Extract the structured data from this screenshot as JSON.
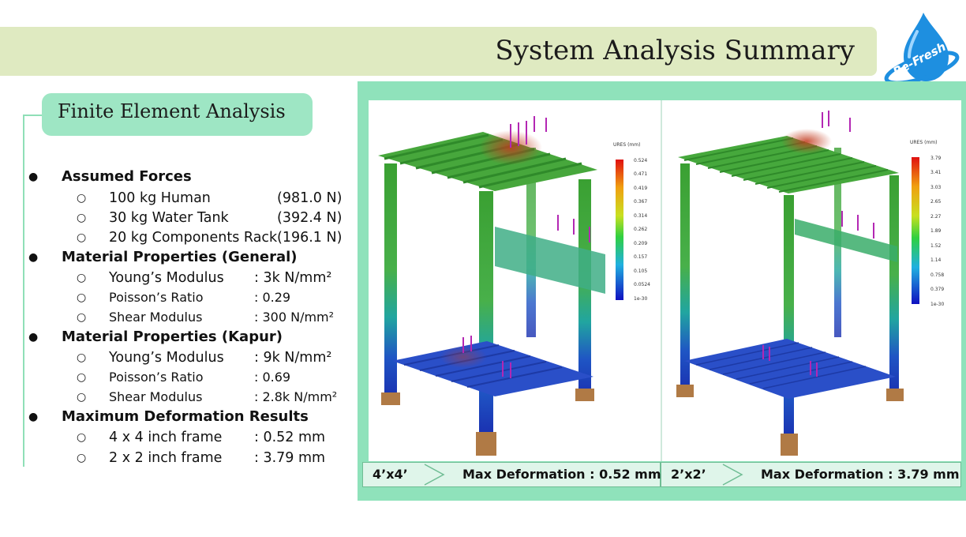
{
  "slide": {
    "title": "System Analysis Summary",
    "logo_text": "Re-Fresh"
  },
  "section": {
    "heading": "Finite Element Analysis",
    "groups": [
      {
        "heading": "Assumed Forces",
        "items": [
          {
            "label": "100 kg Human",
            "value": "(981.0 N)"
          },
          {
            "label": "30 kg Water Tank",
            "value": "(392.4 N)"
          },
          {
            "label": "20 kg Components Rack",
            "value": "(196.1 N)"
          }
        ]
      },
      {
        "heading": "Material Properties (General)",
        "items": [
          {
            "label": "Young’s Modulus",
            "value": ": 3k N/mm²"
          },
          {
            "label": "Poisson’s Ratio",
            "value": ": 0.29"
          },
          {
            "label": "Shear Modulus",
            "value": ": 300 N/mm²"
          }
        ]
      },
      {
        "heading": "Material Properties (Kapur)",
        "items": [
          {
            "label": "Young’s Modulus",
            "value": ": 9k N/mm²"
          },
          {
            "label": "Poisson’s Ratio",
            "value": ": 0.69"
          },
          {
            "label": "Shear Modulus",
            "value": ": 2.8k N/mm²"
          }
        ]
      },
      {
        "heading": "Maximum Deformation Results",
        "items": [
          {
            "label": "4 x 4 inch frame",
            "value": ": 0.52 mm"
          },
          {
            "label": "2 x 2 inch frame",
            "value": ": 3.79 mm"
          }
        ]
      }
    ]
  },
  "symbols": {
    "bullet": "●",
    "sub_bullet": "○"
  },
  "figures": [
    {
      "size_label": "4’x4’",
      "deformation_label": "Max Deformation : 0.52 mm",
      "legend_title": "URES (mm)",
      "legend_values": [
        "0.524",
        "0.471",
        "0.419",
        "0.367",
        "0.314",
        "0.262",
        "0.209",
        "0.157",
        "0.105",
        "0.0524",
        "1e-30"
      ]
    },
    {
      "size_label": "2’x2’",
      "deformation_label": "Max Deformation : 3.79 mm",
      "legend_title": "URES (mm)",
      "legend_values": [
        "3.79",
        "3.41",
        "3.03",
        "2.65",
        "2.27",
        "1.89",
        "1.52",
        "1.14",
        "0.758",
        "0.379",
        "1e-30"
      ]
    }
  ],
  "colors": {
    "title_bar": "#dfeac1",
    "heading_box": "#9ee6c4",
    "panel": "#8fe2bb",
    "frame_green": "#3f9e35",
    "frame_blue": "#1f3fbf",
    "load_arrow": "#b327b3"
  }
}
